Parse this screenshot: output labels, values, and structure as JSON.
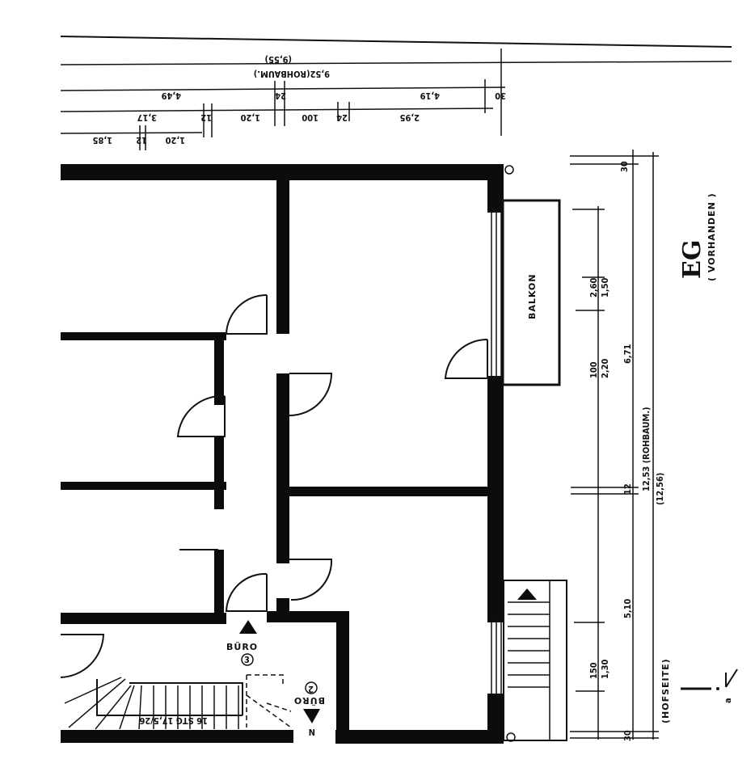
{
  "plan": {
    "floor_title": "EG",
    "floor_subtitle": "( VORHANDEN )",
    "courtyard_label": "(HOFSEITE)",
    "balcony_label": "BALKON",
    "office_label_3": "BÜRO",
    "office_num_3": "3",
    "office_label_2": "BÜRO",
    "office_num_2": "2",
    "stair_label": "16 STG 17,5/26",
    "north_letter": "N",
    "section_mark": "a"
  },
  "top_dimensions": {
    "total_outer": "(9,55)",
    "total_raw": "9,52(ROHBAUM.)",
    "d_449": "4,49",
    "d_24a": "24",
    "d_419": "4,19",
    "d_30": "30",
    "d_317": "3,17",
    "d_12a": "12",
    "d_120a": "1,20",
    "d_100": "100",
    "d_24b": "24",
    "d_295": "2,95",
    "d_185": "1,85",
    "d_12b": "12",
    "d_120b": "1,20"
  },
  "right_dimensions": {
    "d_30_top": "30",
    "d_260": "2,60",
    "d_150a": "1,50",
    "d_100": "100",
    "d_220": "2,20",
    "d_671": "6,71",
    "d_1253": "12,53 (ROHBAUM.)",
    "d_1256": "(12,56)",
    "d_12": "12",
    "d_510": "5,10",
    "d_150b": "150",
    "d_130": "1,30",
    "d_30_bot": "30"
  }
}
